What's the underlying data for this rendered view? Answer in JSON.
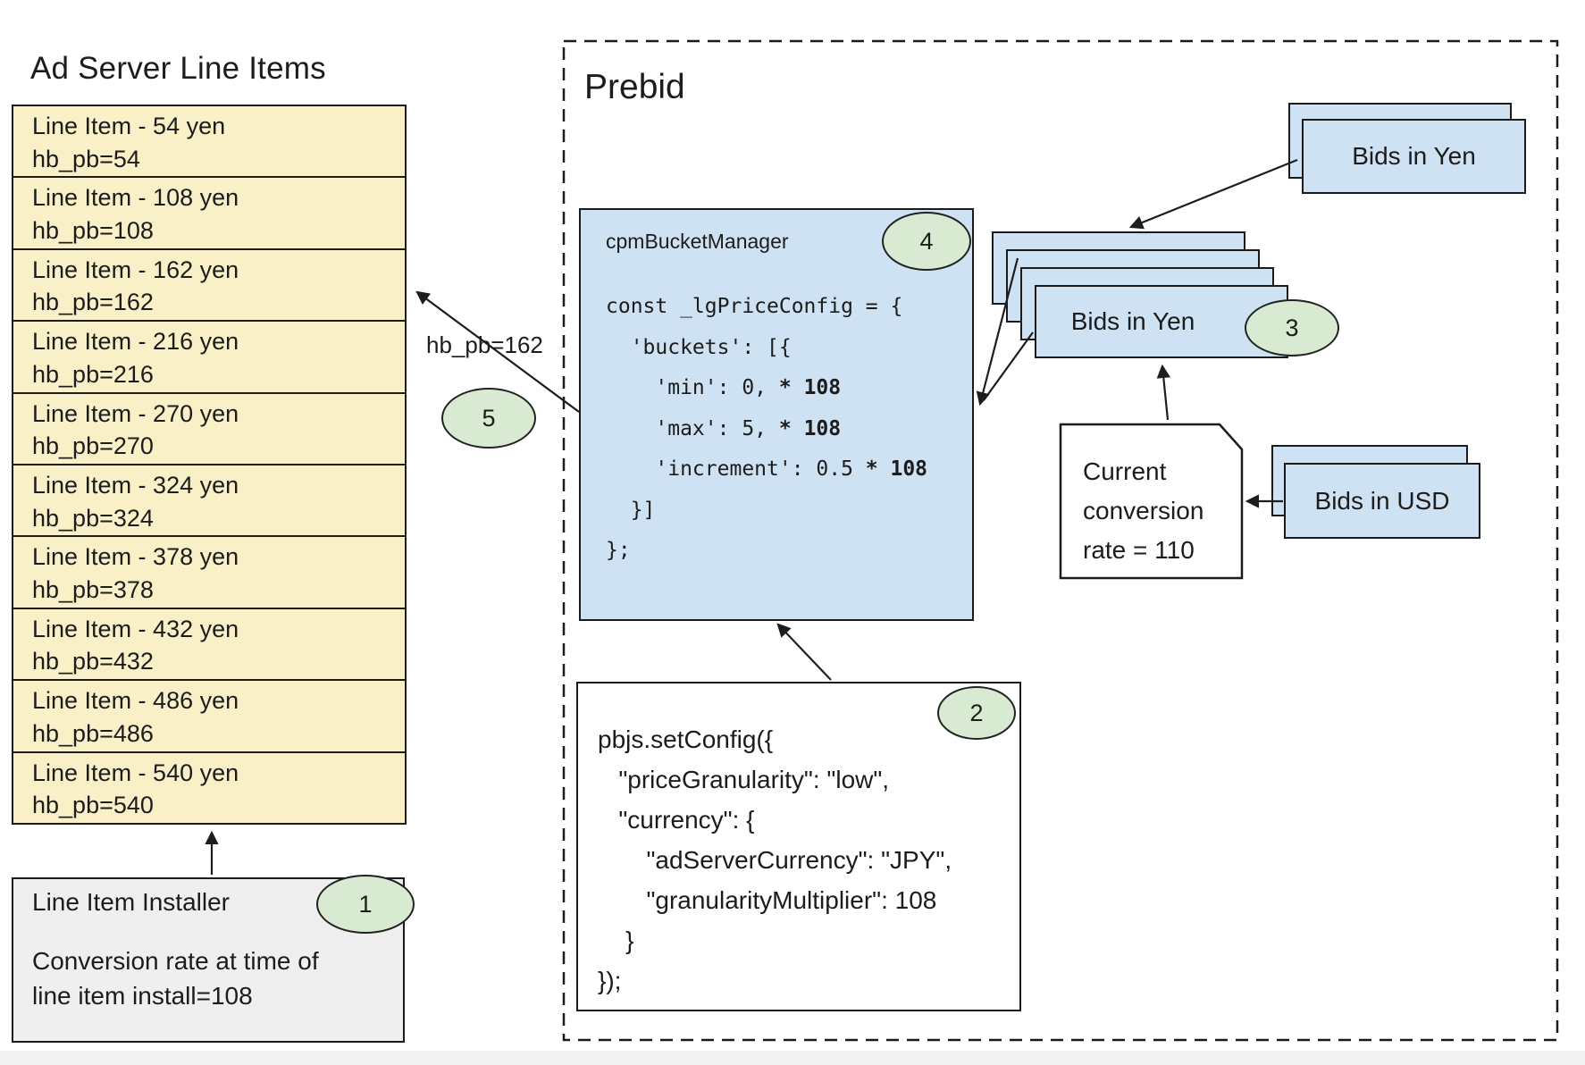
{
  "colors": {
    "list_fill": "#faf0c8",
    "card_fill": "#cfe2f3",
    "badge_fill": "#d9ead3",
    "installer_fill": "#efefef",
    "stroke": "#1b1b1b"
  },
  "ad_server": {
    "title": "Ad Server Line Items",
    "line_items": [
      {
        "label": "Line Item - 54 yen",
        "hb": "hb_pb=54"
      },
      {
        "label": "Line Item - 108 yen",
        "hb": "hb_pb=108"
      },
      {
        "label": "Line Item - 162 yen",
        "hb": "hb_pb=162"
      },
      {
        "label": "Line Item - 216 yen",
        "hb": "hb_pb=216"
      },
      {
        "label": "Line Item - 270 yen",
        "hb": "hb_pb=270"
      },
      {
        "label": "Line Item - 324 yen",
        "hb": "hb_pb=324"
      },
      {
        "label": "Line Item - 378 yen",
        "hb": "hb_pb=378"
      },
      {
        "label": "Line Item - 432 yen",
        "hb": "hb_pb=432"
      },
      {
        "label": "Line Item - 486 yen",
        "hb": "hb_pb=486"
      },
      {
        "label": "Line Item - 540 yen",
        "hb": "hb_pb=540"
      }
    ],
    "installer": {
      "title": "Line Item Installer",
      "badge": "1",
      "body": [
        "Conversion rate at time of",
        "line item install=108"
      ]
    }
  },
  "prebid": {
    "title": "Prebid",
    "cpm_bucket_manager": {
      "title": "cpmBucketManager",
      "badge": "4",
      "code": [
        [
          {
            "t": "const _lgPriceConfig = {"
          }
        ],
        [
          {
            "t": "  'buckets': [{"
          }
        ],
        [
          {
            "t": "    'min': 0, "
          },
          {
            "t": "* 108",
            "b": true
          }
        ],
        [
          {
            "t": "    'max': 5, "
          },
          {
            "t": "* 108",
            "b": true
          }
        ],
        [
          {
            "t": "    'increment': 0.5 "
          },
          {
            "t": "* 108",
            "b": true
          }
        ],
        [
          {
            "t": "  }]"
          }
        ],
        [
          {
            "t": "};"
          }
        ]
      ]
    },
    "set_config": {
      "badge": "2",
      "code": [
        "pbjs.setConfig({",
        "   \"priceGranularity\": \"low\",",
        "   \"currency\": {",
        "       \"adServerCurrency\": \"JPY\",",
        "       \"granularityMultiplier\": 108",
        "    }",
        "});"
      ]
    },
    "bids_in_yen_top": {
      "label": "Bids in Yen"
    },
    "bids_in_yen_stack": {
      "label": "Bids in Yen",
      "badge": "3"
    },
    "conversion_note": {
      "lines": [
        "Current",
        "conversion",
        "rate = 110"
      ]
    },
    "bids_in_usd": {
      "label": "Bids in USD"
    },
    "flow_label": "hb_pb=162",
    "flow_badge": "5"
  }
}
